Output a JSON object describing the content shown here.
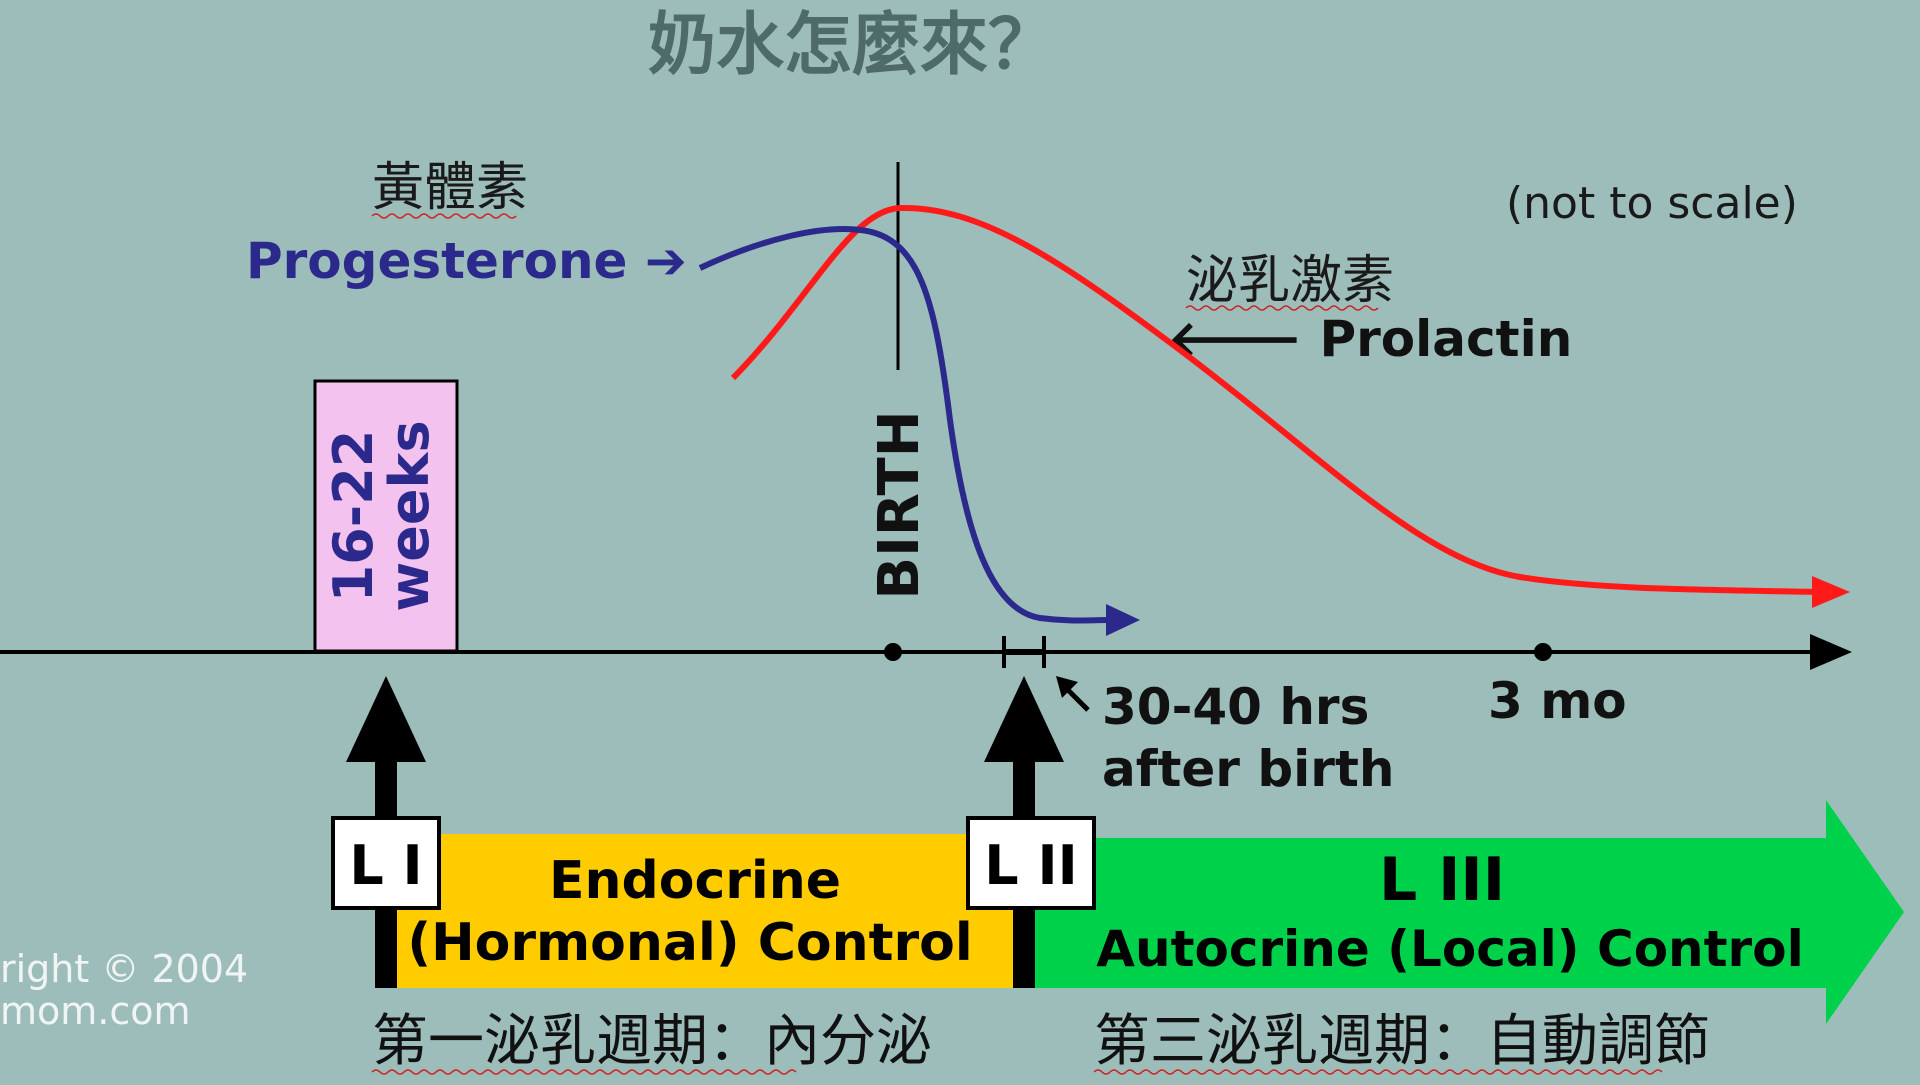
{
  "title": "奶水怎麼來？",
  "note": "(not to scale)",
  "progesterone": {
    "label_zh": "黃體素",
    "label_en": "Progesterone ➔",
    "color": "#2b2a8c"
  },
  "prolactin": {
    "label_zh": "泌乳激素",
    "label_en": "🡐 Prolactin",
    "color": "#ff1a1a"
  },
  "timeline": {
    "weeks_box": {
      "line1": "16-22",
      "line2": "weeks",
      "color": "#f3c2ef"
    },
    "birth": "BIRTH",
    "after_birth": {
      "line1": "30-40 hrs",
      "line2": "after birth"
    },
    "three_months": "3 mo"
  },
  "stages": {
    "l1": {
      "tag": "L I",
      "line1": "Endocrine",
      "line2": "(Hormonal) Control",
      "color": "#ffcc00"
    },
    "l2": {
      "tag": "L II"
    },
    "l3": {
      "tag": "L III",
      "line1": "Autocrine (Local) Control",
      "color": "#00d14a"
    }
  },
  "copyright": {
    "line1": "right © 2004",
    "line2": "mom.com"
  },
  "captions": {
    "left": "第一泌乳週期：內分泌",
    "right": "第三泌乳週期：自動調節"
  },
  "colors": {
    "background": "#9dbdbb",
    "axis": "#000000"
  }
}
